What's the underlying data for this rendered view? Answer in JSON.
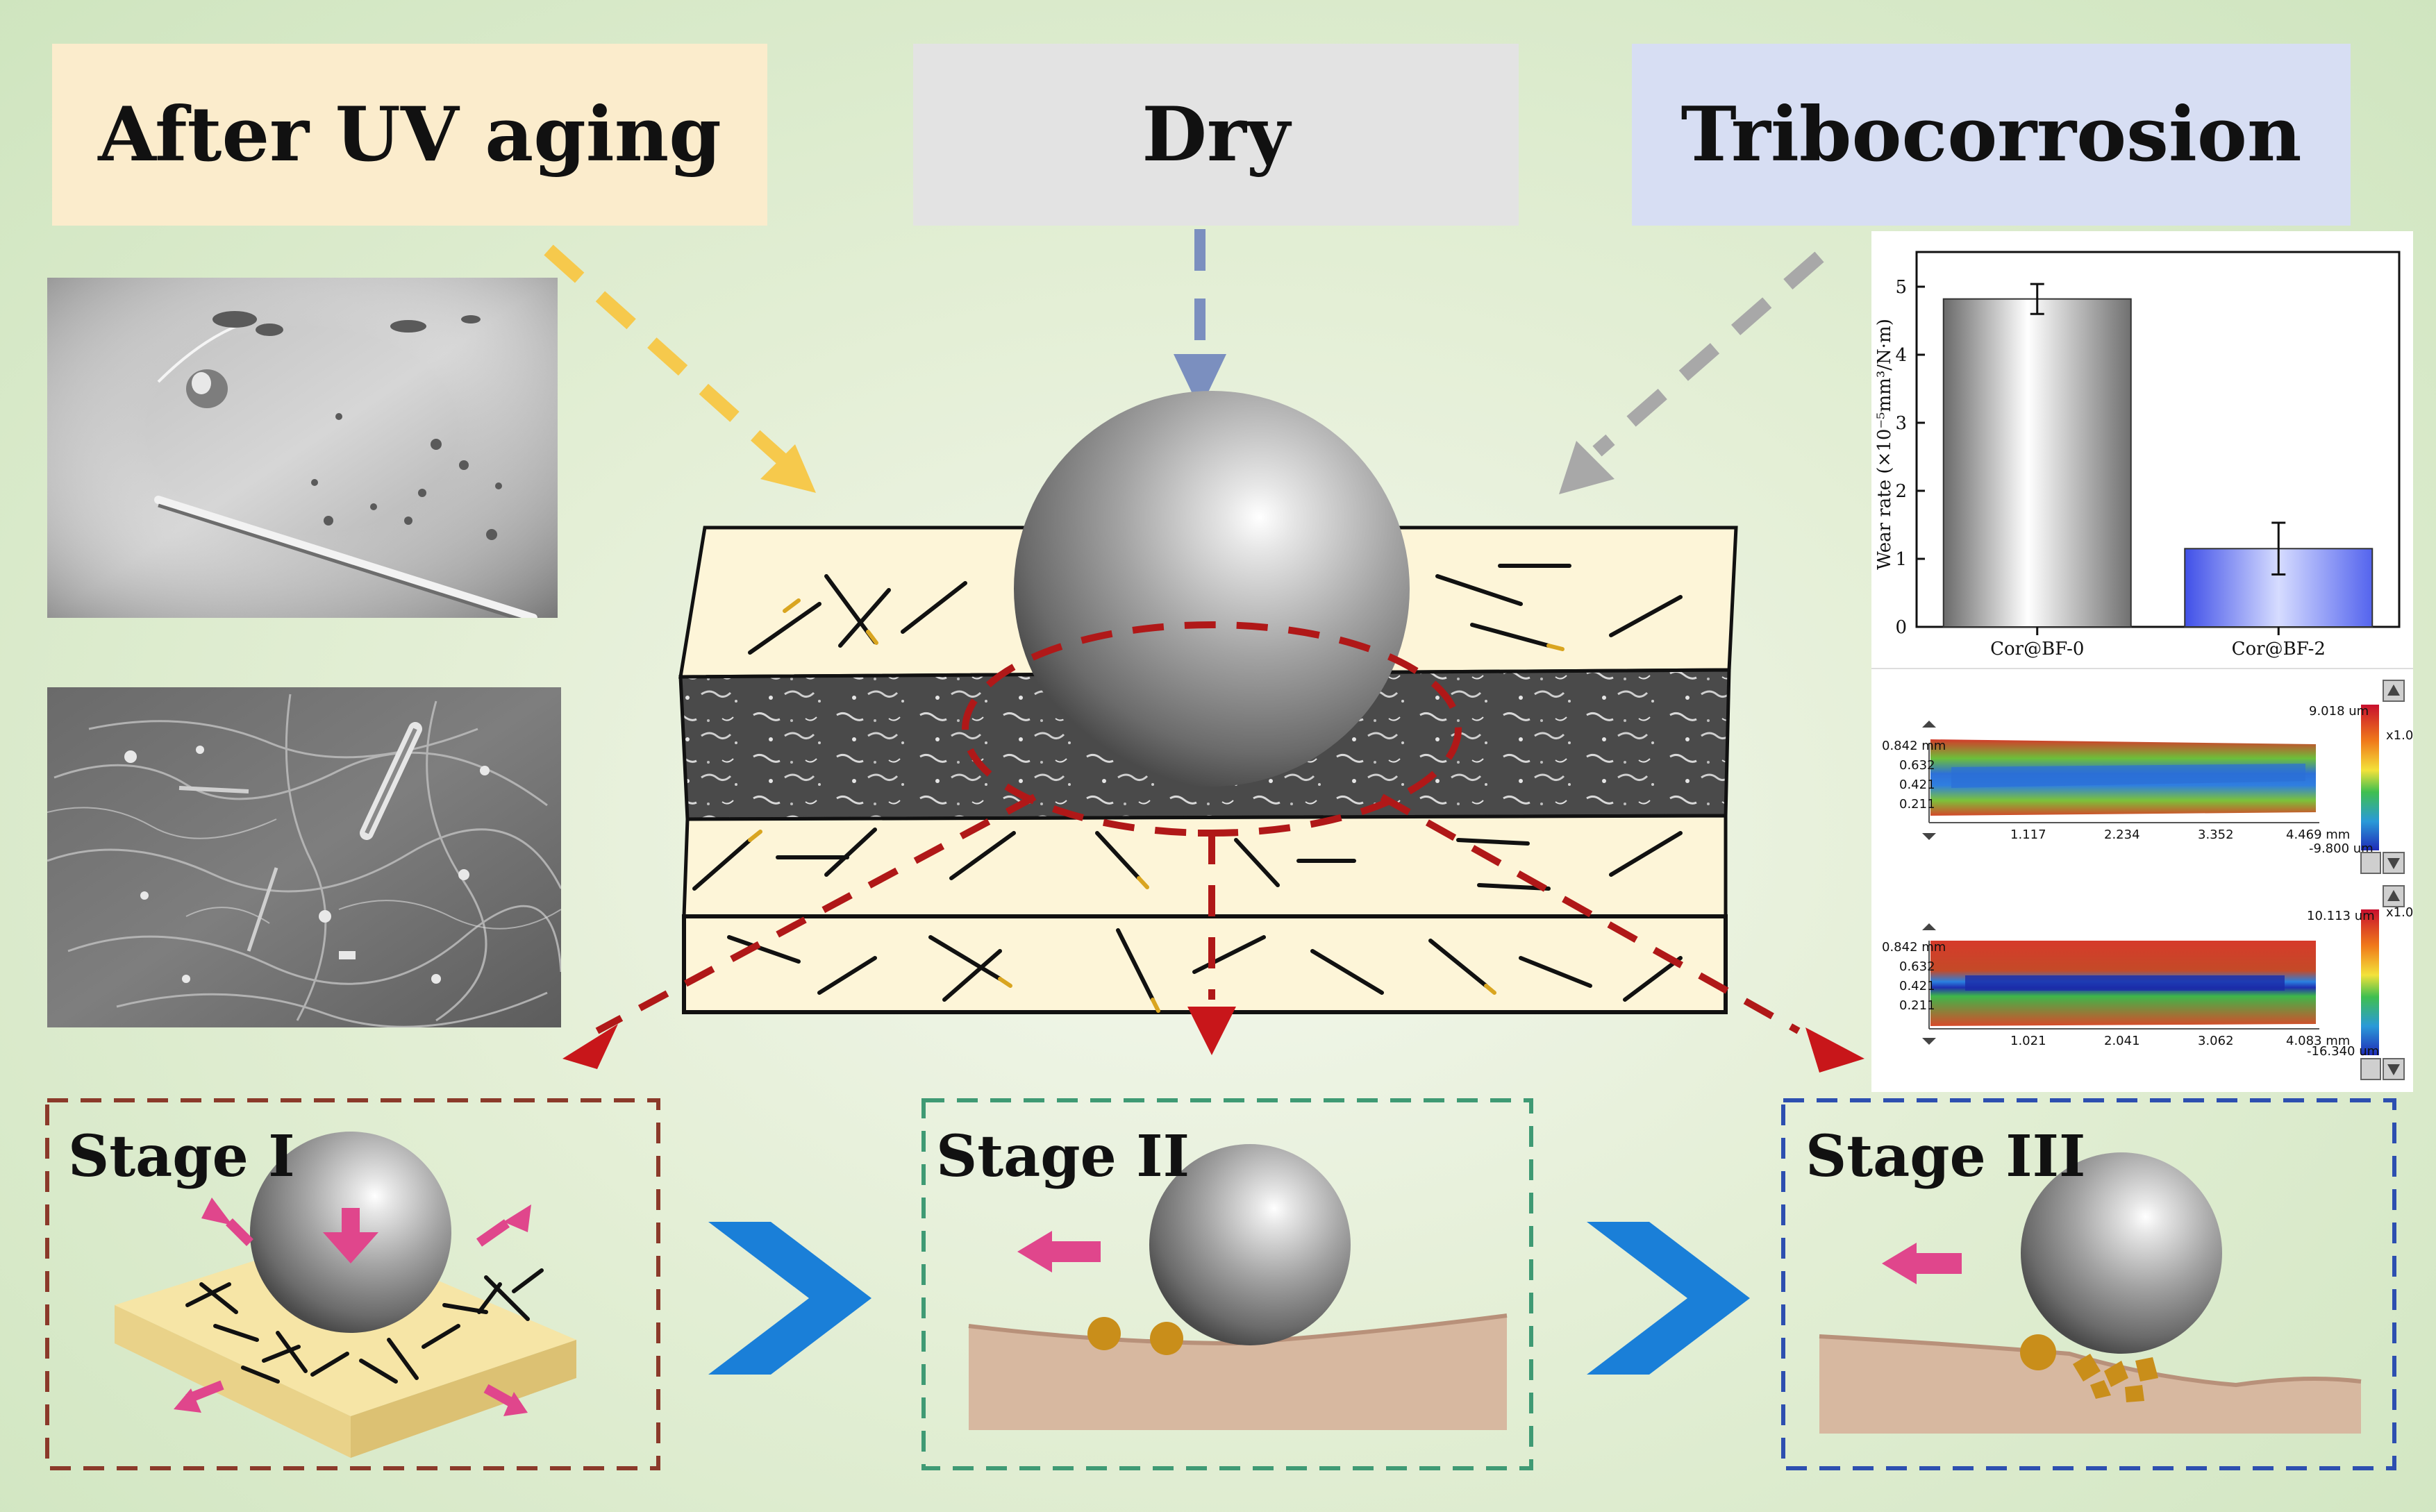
{
  "header": {
    "uv_label": "After UV aging",
    "dry_label": "Dry",
    "tribo_label": "Tribocorrosion"
  },
  "stages": {
    "stage1": "Stage I",
    "stage2": "Stage II",
    "stage3": "Stage III"
  },
  "colors": {
    "uv_box": "#fbeccc",
    "dry_box": "#e3e3e3",
    "tribo_box": "#d7def3",
    "stage1_border": "#8b3a2a",
    "stage2_border": "#3f9a74",
    "stage3_border": "#2d4fb0",
    "dashed_red": "#b01818",
    "chevron_blue": "#1a7fd8",
    "pink_arrow": "#e0468c"
  },
  "chart_data": {
    "type": "bar",
    "categories": [
      "Cor@BF-0",
      "Cor@BF-2"
    ],
    "values": [
      4.82,
      1.15
    ],
    "errors": [
      0.22,
      0.38
    ],
    "ylabel": "Wear rate (×10⁻⁵mm³/N·m)",
    "ylim": [
      0,
      5
    ],
    "yticks": [
      0,
      1,
      2,
      3,
      4,
      5
    ],
    "grid": false
  },
  "profilometry": [
    {
      "y_ticks": [
        "0.842 mm",
        "0.632",
        "0.421",
        "0.211"
      ],
      "x_ticks": [
        "1.117",
        "2.234",
        "3.352",
        "4.469 mm"
      ],
      "scale_max": "9.018 um",
      "scale_min": "-9.800 um",
      "zoom": "x1.0"
    },
    {
      "y_ticks": [
        "0.842 mm",
        "0.632",
        "0.421",
        "0.211"
      ],
      "x_ticks": [
        "1.021",
        "2.041",
        "3.062",
        "4.083 mm"
      ],
      "scale_max": "10.113 um",
      "scale_min": "-16.340 um",
      "zoom": "x1.0"
    }
  ]
}
